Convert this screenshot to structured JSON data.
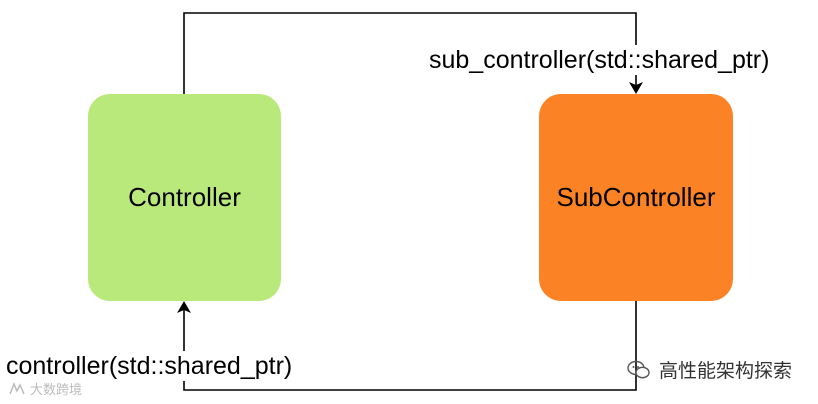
{
  "nodes": {
    "controller": {
      "label": "Controller",
      "fill": "#b9e97a"
    },
    "subcontroller": {
      "label": "SubController",
      "fill": "#fb8325"
    }
  },
  "edges": {
    "top": {
      "label": "sub_controller(std::shared_ptr)"
    },
    "bottom": {
      "label": "controller(std::shared_ptr)"
    }
  },
  "watermarks": {
    "right_text": "高性能架构探索",
    "right_icon": "wechat-icon",
    "left_text": "大数跨境",
    "left_icon": "logo-icon"
  },
  "colors": {
    "edge": "#000000",
    "background": "#ffffff"
  }
}
